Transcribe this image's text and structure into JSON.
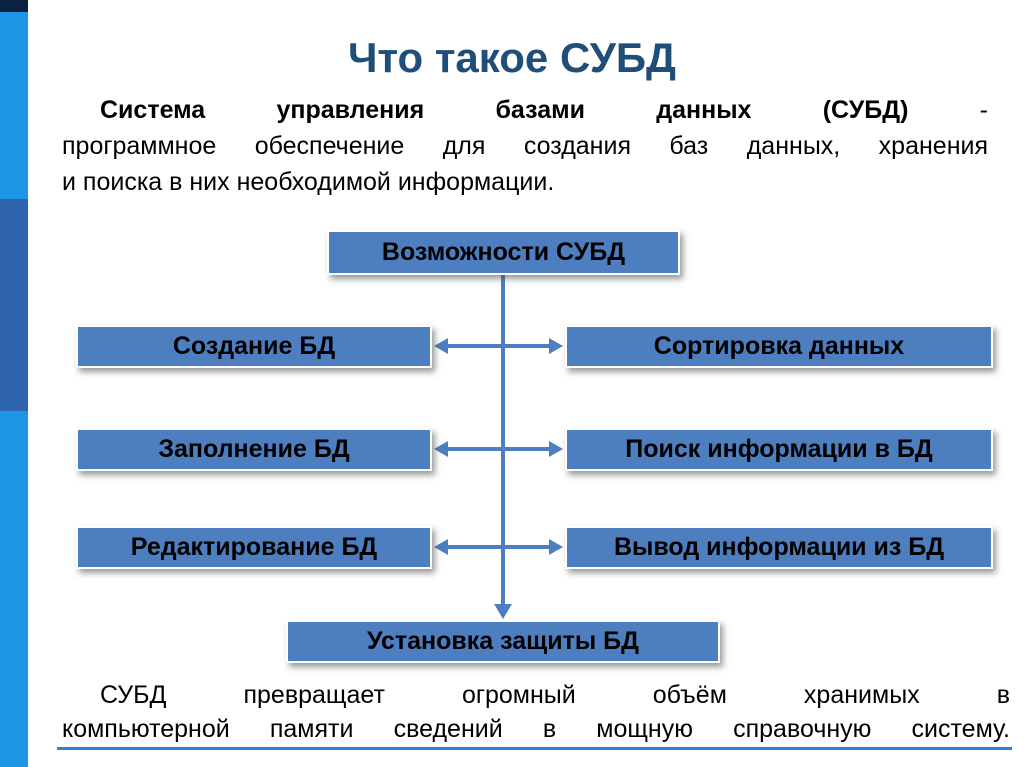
{
  "slide": {
    "title": "Что такое СУБД",
    "intro": {
      "line1_bold": "Система управления базами данных (СУБД)",
      "line1_rest": " -",
      "line2": "программное обеспечение для создания баз данных, хранения",
      "line3": "и поиска в них необходимой информации."
    },
    "diagram": {
      "root": "Возможности СУБД",
      "left": [
        "Создание БД",
        "Заполнение БД",
        "Редактирование БД"
      ],
      "right": [
        "Сортировка данных",
        "Поиск информации в БД",
        "Вывод информации из БД"
      ],
      "bottom": "Установка защиты БД"
    },
    "outro": {
      "line1": "СУБД превращает огромный объём хранимых в",
      "line2": "компьютерной памяти сведений в мощную справочную систему."
    },
    "colors": {
      "box_fill": "#4d7ebf",
      "arrow": "#4d7ebf",
      "title_text": "#1f4e79",
      "strip_bright": "#1e96e8",
      "strip_dark": "#2d64ad",
      "strip_top": "#0b2140",
      "bottom_rule": "#2f7fd6"
    }
  }
}
